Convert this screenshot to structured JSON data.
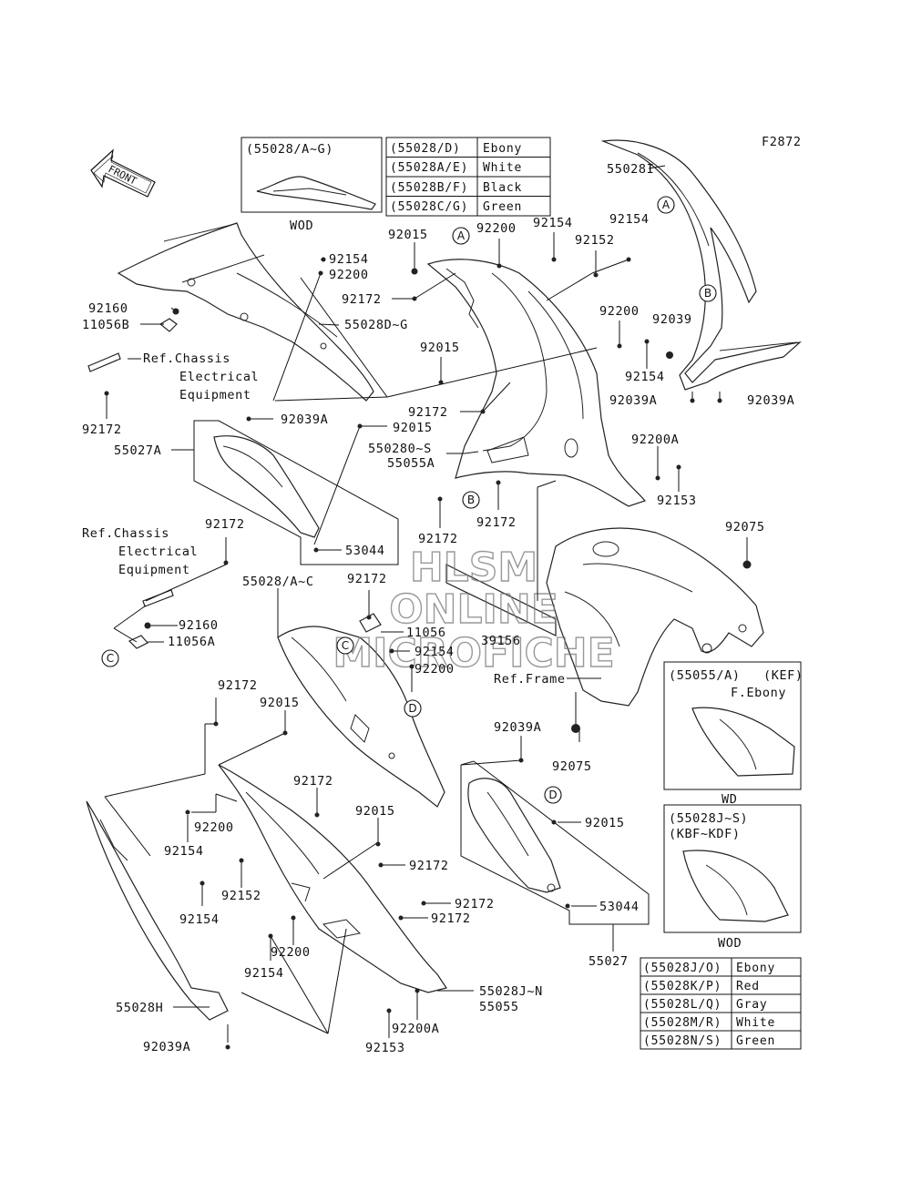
{
  "figure_code": "F2872",
  "front_label": "FRONT",
  "watermark": [
    "HLSM",
    "ONLINE",
    "MICROFICHE"
  ],
  "inset_wod": {
    "title": "(55028/A~G)",
    "note": "WOD"
  },
  "inset_kef": {
    "title": "(55055/A)",
    "tag": "(KEF)",
    "sub": "F.Ebony",
    "note": "WD"
  },
  "inset_kbf": {
    "title": "(55028J~S)",
    "sub": "(KBF~KDF)",
    "note": "WOD"
  },
  "color_table_top": [
    {
      "code": "(55028/D)",
      "color": "Ebony"
    },
    {
      "code": "(55028A/E)",
      "color": "White"
    },
    {
      "code": "(55028B/F)",
      "color": "Black"
    },
    {
      "code": "(55028C/G)",
      "color": "Green"
    }
  ],
  "color_table_bottom": [
    {
      "code": "(55028J/O)",
      "color": "Ebony"
    },
    {
      "code": "(55028K/P)",
      "color": "Red"
    },
    {
      "code": "(55028L/Q)",
      "color": "Gray"
    },
    {
      "code": "(55028M/R)",
      "color": "White"
    },
    {
      "code": "(55028N/S)",
      "color": "Green"
    }
  ],
  "callouts": [
    "A",
    "B",
    "C",
    "D"
  ],
  "labels": {
    "p55028I": "55028I",
    "p92015_a": "92015",
    "p92200_a": "92200",
    "p92154_a": "92154",
    "p92154_b": "92154",
    "p92152_a": "92152",
    "p92154_c": "92154",
    "p92200_b": "92200",
    "p92172_a": "92172",
    "p55028DG": "55028D~G",
    "p92160_a": "92160",
    "p11056B": "11056B",
    "ref_chassis_1": "Ref.Chassis",
    "ref_electrical_1": "Electrical",
    "ref_equipment_1": "Equipment",
    "p92172_b": "92172",
    "p92015_b": "92015",
    "p92200_c": "92200",
    "p92039_a": "92039",
    "p92154_d": "92154",
    "p92039A_a": "92039A",
    "p92039A_b": "92039A",
    "p92172_c": "92172",
    "p92039A_c": "92039A",
    "p92015_c": "92015",
    "p55027A": "55027A",
    "p55028OS": "550280~S",
    "p55055A": "55055A",
    "p92200A_a": "92200A",
    "p92153_a": "92153",
    "p92172_d": "92172",
    "p92172_e": "92172",
    "p53044_a": "53044",
    "ref_chassis_2": "Ref.Chassis",
    "ref_electrical_2": "Electrical",
    "ref_equipment_2": "Equipment",
    "p92172_f": "92172",
    "p92075_a": "92075",
    "p55028AC": "55028/A~C",
    "p92172_g": "92172",
    "p11056": "11056",
    "p39156": "39156",
    "p92160_b": "92160",
    "p11056A": "11056A",
    "p92154_e": "92154",
    "p92200_d": "92200",
    "ref_frame": "Ref.Frame",
    "p92172_h": "92172",
    "p92015_d": "92015",
    "p92039A_d": "92039A",
    "p92075_b": "92075",
    "p92172_i": "92172",
    "p92200_e": "92200",
    "p92154_f": "92154",
    "p92015_e": "92015",
    "p92015_f": "92015",
    "p92172_j": "92172",
    "p92152_b": "92152",
    "p92154_g": "92154",
    "p92172_k": "92172",
    "p92172_l": "92172",
    "p53044_b": "53044",
    "p92200_f": "92200",
    "p92154_h": "92154",
    "p55027": "55027",
    "p55028JN": "55028J~N",
    "p55055": "55055",
    "p55028H": "55028H",
    "p92200A_b": "92200A",
    "p92153_b": "92153",
    "p92039A_e": "92039A"
  }
}
